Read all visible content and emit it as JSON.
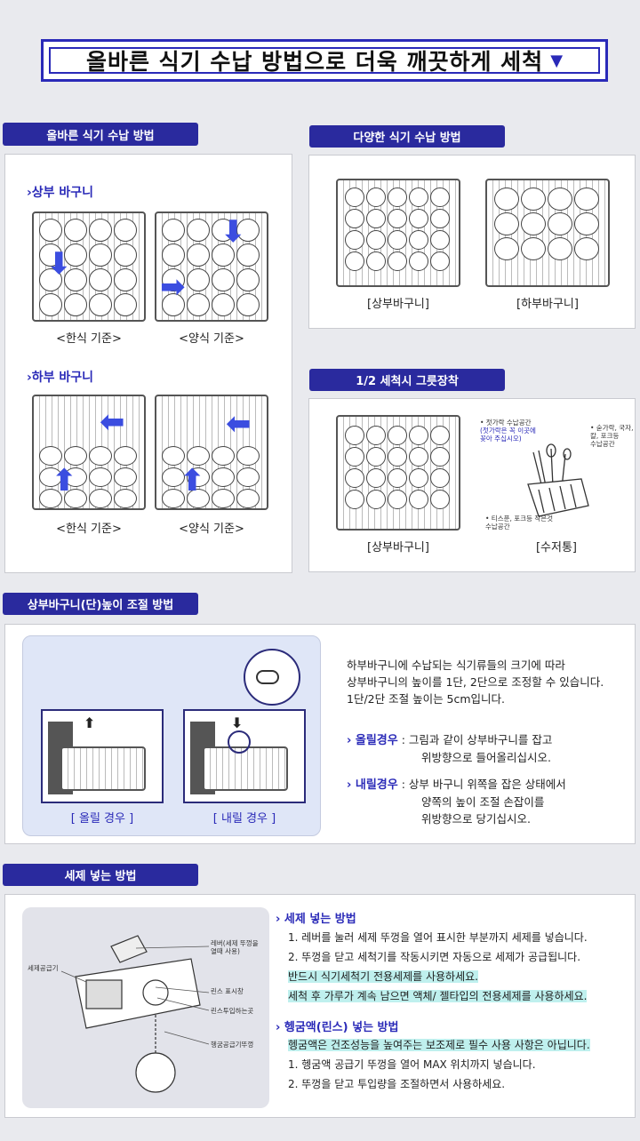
{
  "header": {
    "title": "올바른 식기 수납 방법으로 더욱 깨끗하게 세척"
  },
  "sections": {
    "storage": {
      "pill": "올바른 식기 수납 방법",
      "upper_label": "상부 바구니",
      "upper_korean": "<한식 기준>",
      "upper_western": "<양식 기준>",
      "lower_label": "하부 바구니",
      "lower_korean": "<한식 기준>",
      "lower_western": "<양식 기준>"
    },
    "various": {
      "pill": "다양한 식기 수납 방법",
      "upper_cap": "[상부바구니]",
      "lower_cap": "[하부바구니]"
    },
    "half": {
      "pill": "1/2 세척시 그릇장착",
      "upper_cap": "[상부바구니]",
      "cutlery_cap": "[수저통]",
      "note1_a": "• 젓가락 수납공간",
      "note1_b": "(젓가락은 꼭 이곳에",
      "note1_c": "꽂아 주십시오)",
      "note2_a": "• 숟가락, 국자,",
      "note2_b": "칼, 포크등",
      "note2_c": "수납공간",
      "note3_a": "• 티스푼, 포크등 작은것",
      "note3_b": "수납공간"
    },
    "height": {
      "pill": "상부바구니(단)높이 조절 방법",
      "cap_up": "[ 올릴 경우 ]",
      "cap_down": "[ 내릴 경우 ]",
      "desc1": "하부바구니에 수납되는 식기류들의 크기에 따라",
      "desc2": "상부바구니의 높이를 1단, 2단으로 조정할 수 있습니다.",
      "desc3": "1단/2단 조절 높이는 5cm입니다.",
      "raise_label": "올릴경우",
      "raise_text1": ": 그림과 같이 상부바구니를 잡고",
      "raise_text2": "위방향으로 들어올리십시오.",
      "lower_label": "내릴경우",
      "lower_text1": ": 상부 바구니 위쪽을 잡은 상태에서",
      "lower_text2": "양쪽의 높이 조절 손잡이를",
      "lower_text3": "위방향으로 당기십시오."
    },
    "detergent": {
      "pill": "세제 넣는 방법",
      "label_supply": "세제공급기",
      "label_lever_a": "레버(세제 뚜껑을",
      "label_lever_b": "열때 사용)",
      "label_rinse_win": "린스 표시창",
      "label_rinse_in": "린스투입하는곳",
      "label_rinse_cap": "헹굼공급기뚜껑",
      "h1": "세제 넣는 방법",
      "s1": "1. 레버를 눌러 세제 뚜껑을 열어 표시한 부분까지 세제를 넣습니다.",
      "s2": "2. 뚜껑을 닫고 세척기를 작동시키면 자동으로 세제가 공급됩니다.",
      "hl1": "반드시 식기세척기 전용세제를 사용하세요.",
      "hl2": "세척 후 가루가 계속 남으면 액체/ 젤타입의 전용세제를 사용하세요.",
      "h2": "헹굼액(린스) 넣는 방법",
      "hl3": "헹굼액은 건조성능을 높여주는 보조제로 필수 사용 사항은 아닙니다.",
      "r1": "1. 헹굼액 공급기 뚜껑을 열어 MAX 위치까지 넣습니다.",
      "r2": "2. 뚜껑을 닫고 투입량을 조절하면서 사용하세요."
    }
  },
  "colors": {
    "accent": "#2a2ab8",
    "pill": "#2a2a9e",
    "highlight": "#bff0ee",
    "arrow": "#3b4de0"
  }
}
